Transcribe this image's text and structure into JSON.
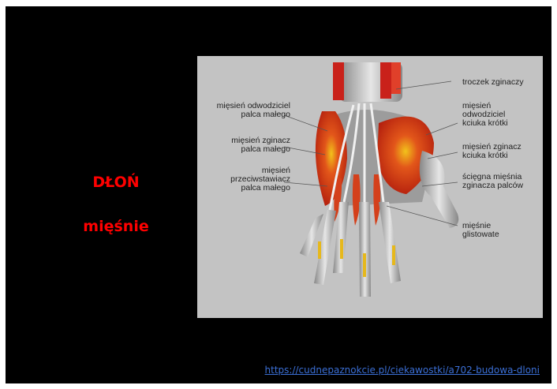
{
  "slide": {
    "title": "DŁOŃ",
    "subtitle": "mięśnie"
  },
  "figure": {
    "labels_left": [
      "mięsień odwodziciel\npalca małego",
      "mięsień zginacz\npalca małego",
      "mięsień\nprzeciwstawiacz\npalca małego"
    ],
    "labels_right": [
      "troczek zginaczy",
      "mięsień\nodwodziciel\nkciuka krótki",
      "mięsień zginacz\nkciuka krótki",
      "ścięgna mięśnia\nzginacza palców",
      "mięśnie\nglistowate"
    ]
  },
  "source_link": "https://cudnepaznokcie.pl/ciekawostki/a702-budowa-dloni",
  "colors": {
    "accent_text": "#ff0000",
    "link": "#3b6fd6",
    "muscle": "#d42a12",
    "tendon": "#d8d8d8"
  }
}
